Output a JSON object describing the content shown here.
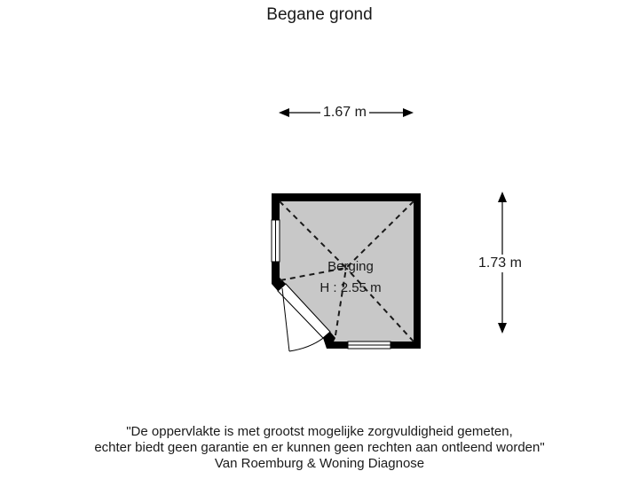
{
  "title": "Begane grond",
  "dimensions": {
    "width": "1.67 m",
    "height": "1.73 m"
  },
  "room": {
    "name": "Berging",
    "ceiling_height": "H : 2.55 m"
  },
  "disclaimer": {
    "line1": "\"De oppervlakte is met grootst mogelijke zorgvuldigheid gemeten,",
    "line2": "echter biedt geen garantie en er kunnen geen rechten aan ontleend worden\"",
    "line3": "Van Roemburg & Woning Diagnose"
  },
  "colors": {
    "wall": "#000000",
    "floor": "#c8c8c8",
    "text": "#1a1a1a"
  }
}
